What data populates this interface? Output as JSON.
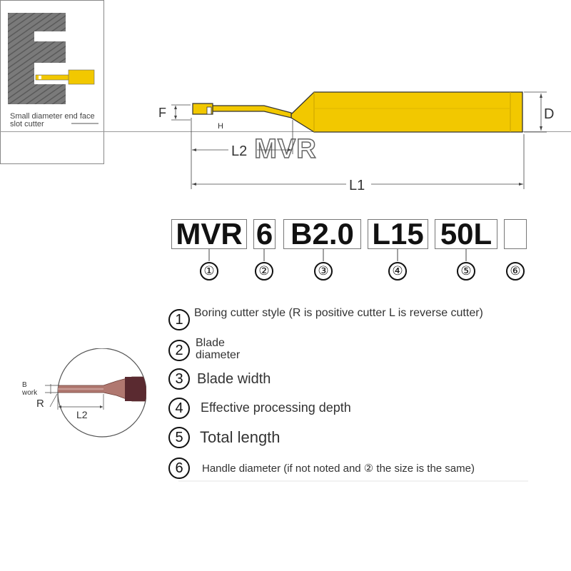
{
  "card": {
    "caption": "Small diameter end face slot cutter",
    "model": "MVR"
  },
  "tool_diagram": {
    "label_f": "F",
    "label_h": "H",
    "label_d": "D",
    "label_l2": "L2",
    "label_l1": "L1"
  },
  "code": {
    "segments": [
      {
        "text": "MVR",
        "index": "①"
      },
      {
        "text": "6",
        "index": "②"
      },
      {
        "text": "B2.0",
        "index": "③"
      },
      {
        "text": "L15",
        "index": "④"
      },
      {
        "text": "50L",
        "index": "⑤"
      },
      {
        "text": "",
        "index": "⑥"
      }
    ]
  },
  "legend": [
    {
      "num": "1",
      "text": "Boring cutter style (R is positive cutter L is reverse cutter)"
    },
    {
      "num": "2",
      "text": "Blade diameter"
    },
    {
      "num": "3",
      "text": "Blade width"
    },
    {
      "num": "4",
      "text": "Effective processing depth"
    },
    {
      "num": "5",
      "text": "Total length"
    },
    {
      "num": "6",
      "text": "Handle diameter (if not noted and ② the size is the same)"
    }
  ],
  "detail": {
    "label_b": "B",
    "label_work": "work",
    "label_r": "R",
    "label_l2": "L2"
  },
  "colors": {
    "tool_yellow": "#f2c800",
    "tool_outline": "#333333",
    "copper": "#b07870"
  }
}
